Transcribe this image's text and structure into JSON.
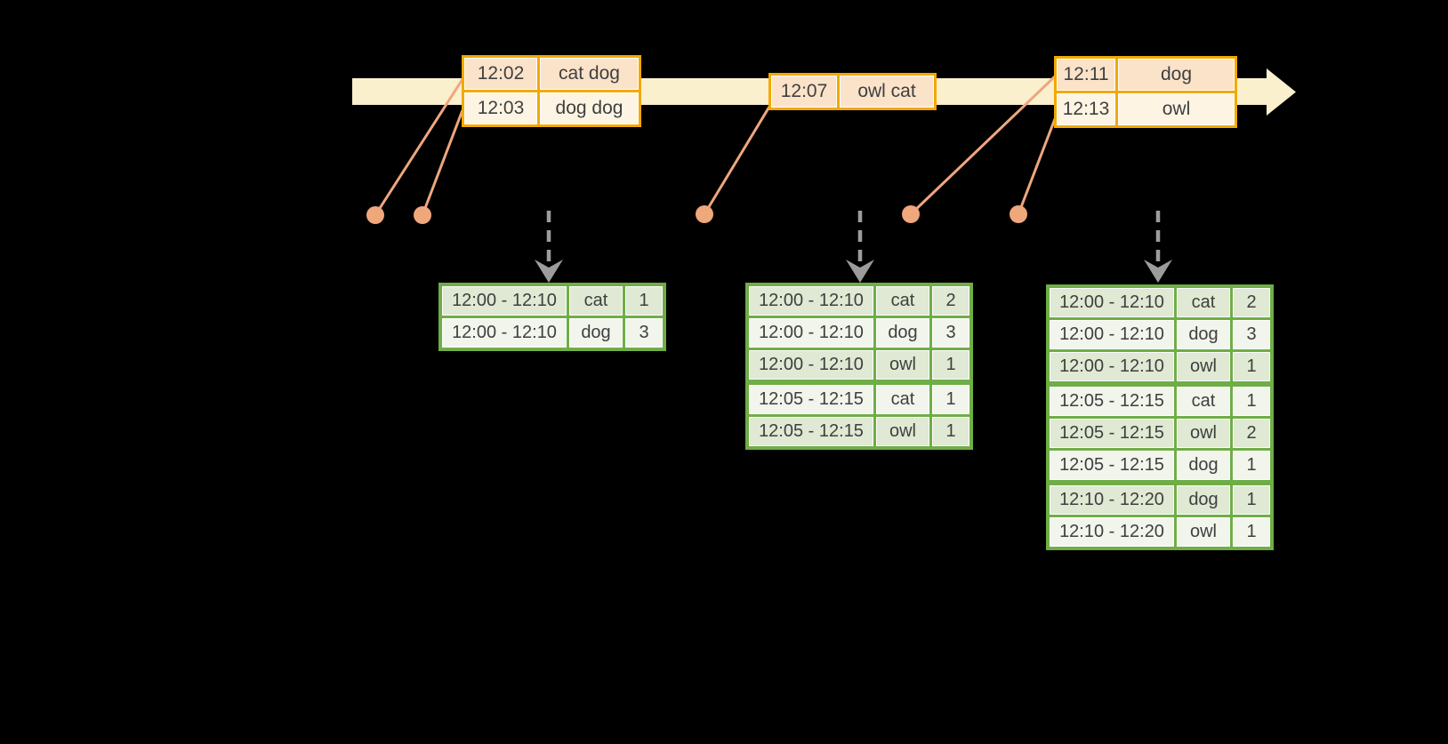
{
  "colors": {
    "background": "#000000",
    "text": "#3F3F3F",
    "timeline_fill": "#FAF0CE",
    "event_border": "#F2A900",
    "event_row_a": "#FBE3C9",
    "event_row_b": "#FDF4E3",
    "connector": "#EFA77C",
    "trigger_arrow": "#9C9C9C",
    "result_border": "#6FAD47",
    "result_row_a": "#DFE9D3",
    "result_row_b": "#F1F5EC"
  },
  "event_tables": [
    {
      "name": "events-at-12-02-12-03",
      "rows": [
        [
          "12:02",
          "cat dog"
        ],
        [
          "12:03",
          "dog dog"
        ]
      ]
    },
    {
      "name": "events-at-12-07",
      "rows": [
        [
          "12:07",
          "owl cat"
        ]
      ]
    },
    {
      "name": "events-at-12-11-12-13",
      "rows": [
        [
          "12:11",
          "dog"
        ],
        [
          "12:13",
          "owl"
        ]
      ]
    }
  ],
  "result_tables": [
    {
      "name": "result-table-1",
      "rows": [
        [
          "12:00 - 12:10",
          "cat",
          "1"
        ],
        [
          "12:00 - 12:10",
          "dog",
          "3"
        ]
      ]
    },
    {
      "name": "result-table-2",
      "rows": [
        [
          "12:00 - 12:10",
          "cat",
          "2"
        ],
        [
          "12:00 - 12:10",
          "dog",
          "3"
        ],
        [
          "12:00 - 12:10",
          "owl",
          "1"
        ],
        [
          "12:05 - 12:15",
          "cat",
          "1"
        ],
        [
          "12:05 - 12:15",
          "owl",
          "1"
        ]
      ]
    },
    {
      "name": "result-table-3",
      "rows": [
        [
          "12:00 - 12:10",
          "cat",
          "2"
        ],
        [
          "12:00 - 12:10",
          "dog",
          "3"
        ],
        [
          "12:00 - 12:10",
          "owl",
          "1"
        ],
        [
          "12:05 - 12:15",
          "cat",
          "1"
        ],
        [
          "12:05 - 12:15",
          "owl",
          "2"
        ],
        [
          "12:05 - 12:15",
          "dog",
          "1"
        ],
        [
          "12:10 - 12:20",
          "dog",
          "1"
        ],
        [
          "12:10 - 12:20",
          "owl",
          "1"
        ]
      ]
    }
  ]
}
